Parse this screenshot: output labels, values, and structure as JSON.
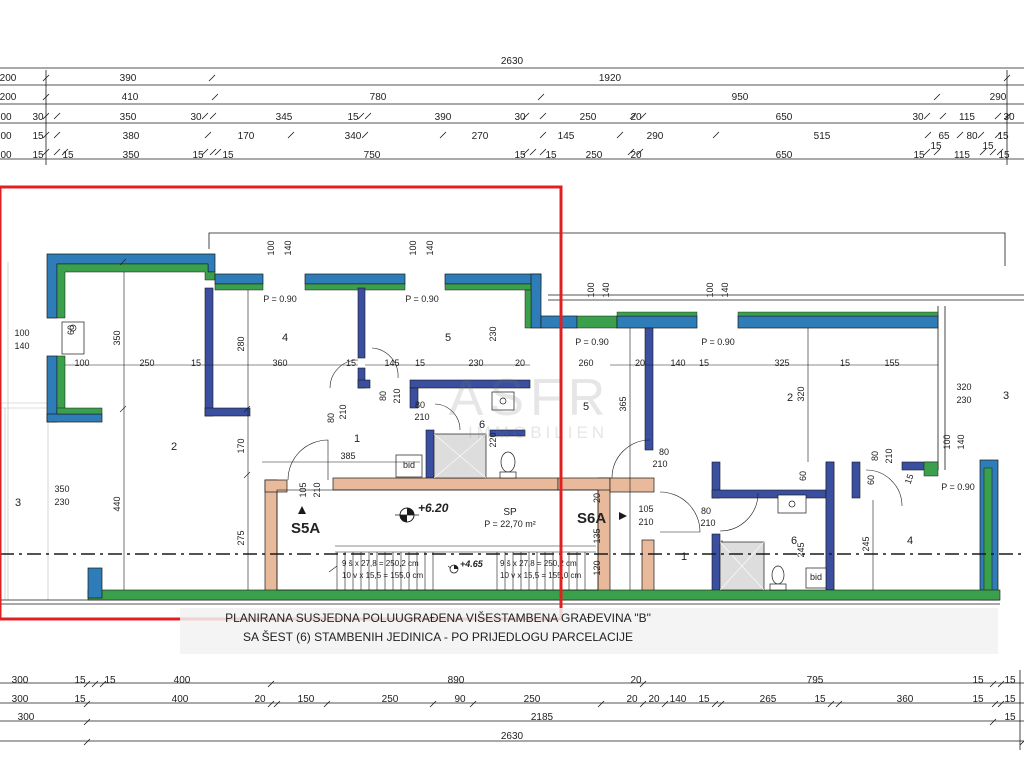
{
  "colors": {
    "wall_outer": "#2e7db8",
    "wall_inner": "#3a4fa0",
    "insulation": "#3aa04c",
    "stair_wall": "#e8b99a",
    "highlight": "#e02020",
    "line": "#1a1a1a"
  },
  "dims_top": {
    "total": "2630",
    "row1": [
      "200",
      "390",
      "1920"
    ],
    "row2": [
      "200",
      "410",
      "780",
      "950",
      "290"
    ],
    "row3": [
      "00",
      "30",
      "350",
      "30",
      "345",
      "15",
      "390",
      "30",
      "250",
      "20",
      "650",
      "30",
      "115",
      "30"
    ],
    "row4": [
      "00",
      "15",
      "380",
      "170",
      "340",
      "270",
      "145",
      "290",
      "515",
      "65",
      "80",
      "15"
    ],
    "row5": [
      "00",
      "15",
      "15",
      "350",
      "15",
      "15",
      "750",
      "15",
      "15",
      "250",
      "20",
      "650",
      "15",
      "15",
      "115",
      "15",
      "15"
    ]
  },
  "dims_bottom": {
    "row1": [
      "300",
      "15",
      "15",
      "400",
      "890",
      "20",
      "795",
      "15",
      "15"
    ],
    "row2": [
      "300",
      "15",
      "400",
      "20",
      "150",
      "250",
      "90",
      "250",
      "20",
      "20",
      "140",
      "15",
      "265",
      "15",
      "360",
      "15",
      "15"
    ],
    "row3": [
      "300",
      "2185",
      "15"
    ],
    "total": "2630"
  },
  "rooms": {
    "left_1": "1",
    "left_2": "2",
    "left_3": "3",
    "left_4": "4",
    "left_5": "5",
    "left_6": "6",
    "right_1": "1",
    "right_2": "2",
    "right_3": "3",
    "right_4": "4",
    "right_5": "5",
    "right_6": "6"
  },
  "interior_labels": {
    "p090_a": "P = 0.90",
    "p090_b": "P = 0.90",
    "p090_c": "P = 0.90",
    "p090_d": "P = 0.90",
    "p090_e": "P = 0.90",
    "d100a": "100",
    "d140a": "140",
    "d100b": "100",
    "d140b": "140",
    "d100c": "100",
    "d140c": "140",
    "d100d": "100",
    "d140d": "140",
    "win_100": "100",
    "win_140": "140",
    "w_100": "100",
    "w_250": "250",
    "w_15a": "15",
    "w_360": "360",
    "w_15b": "15",
    "w_145": "145",
    "w_15c": "15",
    "w_230": "230",
    "w_20": "20",
    "w_260": "260",
    "w_20b": "20",
    "w_140": "140",
    "w_15d": "15",
    "w_325": "325",
    "w_15e": "15",
    "w_155": "155",
    "h_350": "350",
    "h_440": "440",
    "h_280": "280",
    "h_170": "170",
    "h_275": "275",
    "h_230": "230",
    "h_220": "220",
    "h_365": "365",
    "h_320": "320",
    "h_245a": "245",
    "h_245b": "245",
    "h_135": "135",
    "h_120": "120",
    "h_20": "20",
    "d_385": "385",
    "door_80_210_a": "80",
    "door_210_a": "210",
    "door_80_210_b": "80",
    "door_210_b": "210",
    "door_80_210_c": "80",
    "door_210_c": "210",
    "door_80_210_d": "80",
    "door_210_d": "210",
    "door_80_210_e": "80",
    "door_210_e": "210",
    "door_105_s5": "105",
    "door_210_s5": "210",
    "door_105_s6": "105",
    "door_210_s6": "210",
    "r_80": "80",
    "r_210": "210",
    "r_60": "60",
    "r_15": "15",
    "w3_350": "350",
    "w3_230": "230",
    "w3r_320": "320",
    "w3r_230": "230",
    "bid_a": "bid",
    "bid_b": "bid"
  },
  "stair": {
    "label": "SP",
    "area": "P = 22,70 m²",
    "level_top": "+6.20",
    "level_mid": "+4.65",
    "row1_left": "9 š x 27,8 = 250,2 cm",
    "row2_left": "10 v x 15,5 = 155,0 cm",
    "row1_right": "9 š x 27,8 = 250,2 cm",
    "row2_right": "10 v x 15,5 = 155,0 cm"
  },
  "units": {
    "s5a": "S5A",
    "s6a": "S6A"
  },
  "watermark": {
    "line1": "ASFR",
    "line2": "IMMOBILIEN"
  },
  "footer": {
    "line1": "PLANIRANA SUSJEDNA POLUUGRAĐENA VIŠESTAMBENA GRAĐEVINA \"B\"",
    "line2": "SA ŠEST (6) STAMBENIH JEDINICA - PO PRIJEDLOGU PARCELACIJE"
  }
}
